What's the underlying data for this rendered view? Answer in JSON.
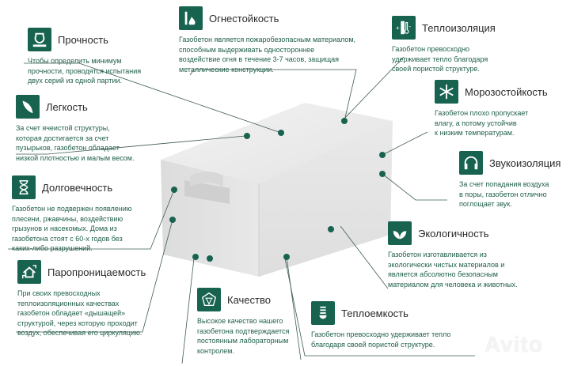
{
  "accent_color": "#17634f",
  "text_color": "#1f5e4a",
  "watermark": "Avito",
  "features": [
    {
      "id": "strength",
      "title": "Прочность",
      "icon": "kettlebell-icon",
      "lines": [
        "Чтобы определить минимум",
        "прочности, проводятся испытания",
        "двух серий из одной партии."
      ]
    },
    {
      "id": "lightness",
      "title": "Легкость",
      "icon": "feather-icon",
      "lines": [
        "За счет ячеистой структуры,",
        "которая достигается за счет",
        "пузырьков, газобетон обладает",
        "низкой плотностью и малым весом."
      ]
    },
    {
      "id": "durability",
      "title": "Долговечность",
      "icon": "hourglass-icon",
      "lines": [
        "Газобетон не подвержен появлению",
        "плесени, ржавчины, воздействию",
        "грызунов и насекомых. Дома из",
        "газобетона стоят с 60-х годов без",
        "каких-либо разрушений."
      ]
    },
    {
      "id": "vapor",
      "title": "Паропроницаемость",
      "icon": "house-arrows-icon",
      "lines": [
        "При своих превосходных",
        "теплоизоляционных качествах",
        "газобетон обладает «дышащей»",
        "структурой, через которую проходит",
        "воздух, обеспечивая его циркуляцию."
      ]
    },
    {
      "id": "fire",
      "title": "Огнестойкость",
      "icon": "fire-icon",
      "lines": [
        "Газобетон является пожаробезопасным материалом,",
        "способным выдерживать одностороннее",
        "воздействие огня в течение 3-7 часов, защищая",
        "металлические конструкции."
      ]
    },
    {
      "id": "insulation",
      "title": "Теплоизоляция",
      "icon": "thermometer-icon",
      "lines": [
        "Газобетон превосходно",
        "удерживает тепло благодаря",
        "своей пористой структуре."
      ]
    },
    {
      "id": "frost",
      "title": "Морозостойкость",
      "icon": "snowflake-icon",
      "lines": [
        "Газобетон плохо пропускает",
        "влагу, а потому устойчив",
        "к низким температурам."
      ]
    },
    {
      "id": "sound",
      "title": "Звукоизоляция",
      "icon": "headphones-icon",
      "lines": [
        "За счет попадания воздуха",
        "в поры, газобетон отлично",
        "поглощает звук."
      ]
    },
    {
      "id": "eco",
      "title": "Экологичность",
      "icon": "leaves-icon",
      "lines": [
        "Газобетон изготавливается из",
        "экологически чистых материалов и",
        "является абсолютно безопасным",
        "материалом для человека и животных."
      ]
    },
    {
      "id": "heatcap",
      "title": "Теплоемкость",
      "icon": "lightbulb-icon",
      "lines": [
        "Газобетон превосходно удерживает тепло",
        "благодаря своей пористой структуре."
      ]
    },
    {
      "id": "quality",
      "title": "Качество",
      "icon": "quality-mark-icon",
      "lines": [
        "Высокое качество нашего",
        "газобетона подтверждается",
        "постоянным лабораторным",
        "контролем."
      ]
    }
  ]
}
